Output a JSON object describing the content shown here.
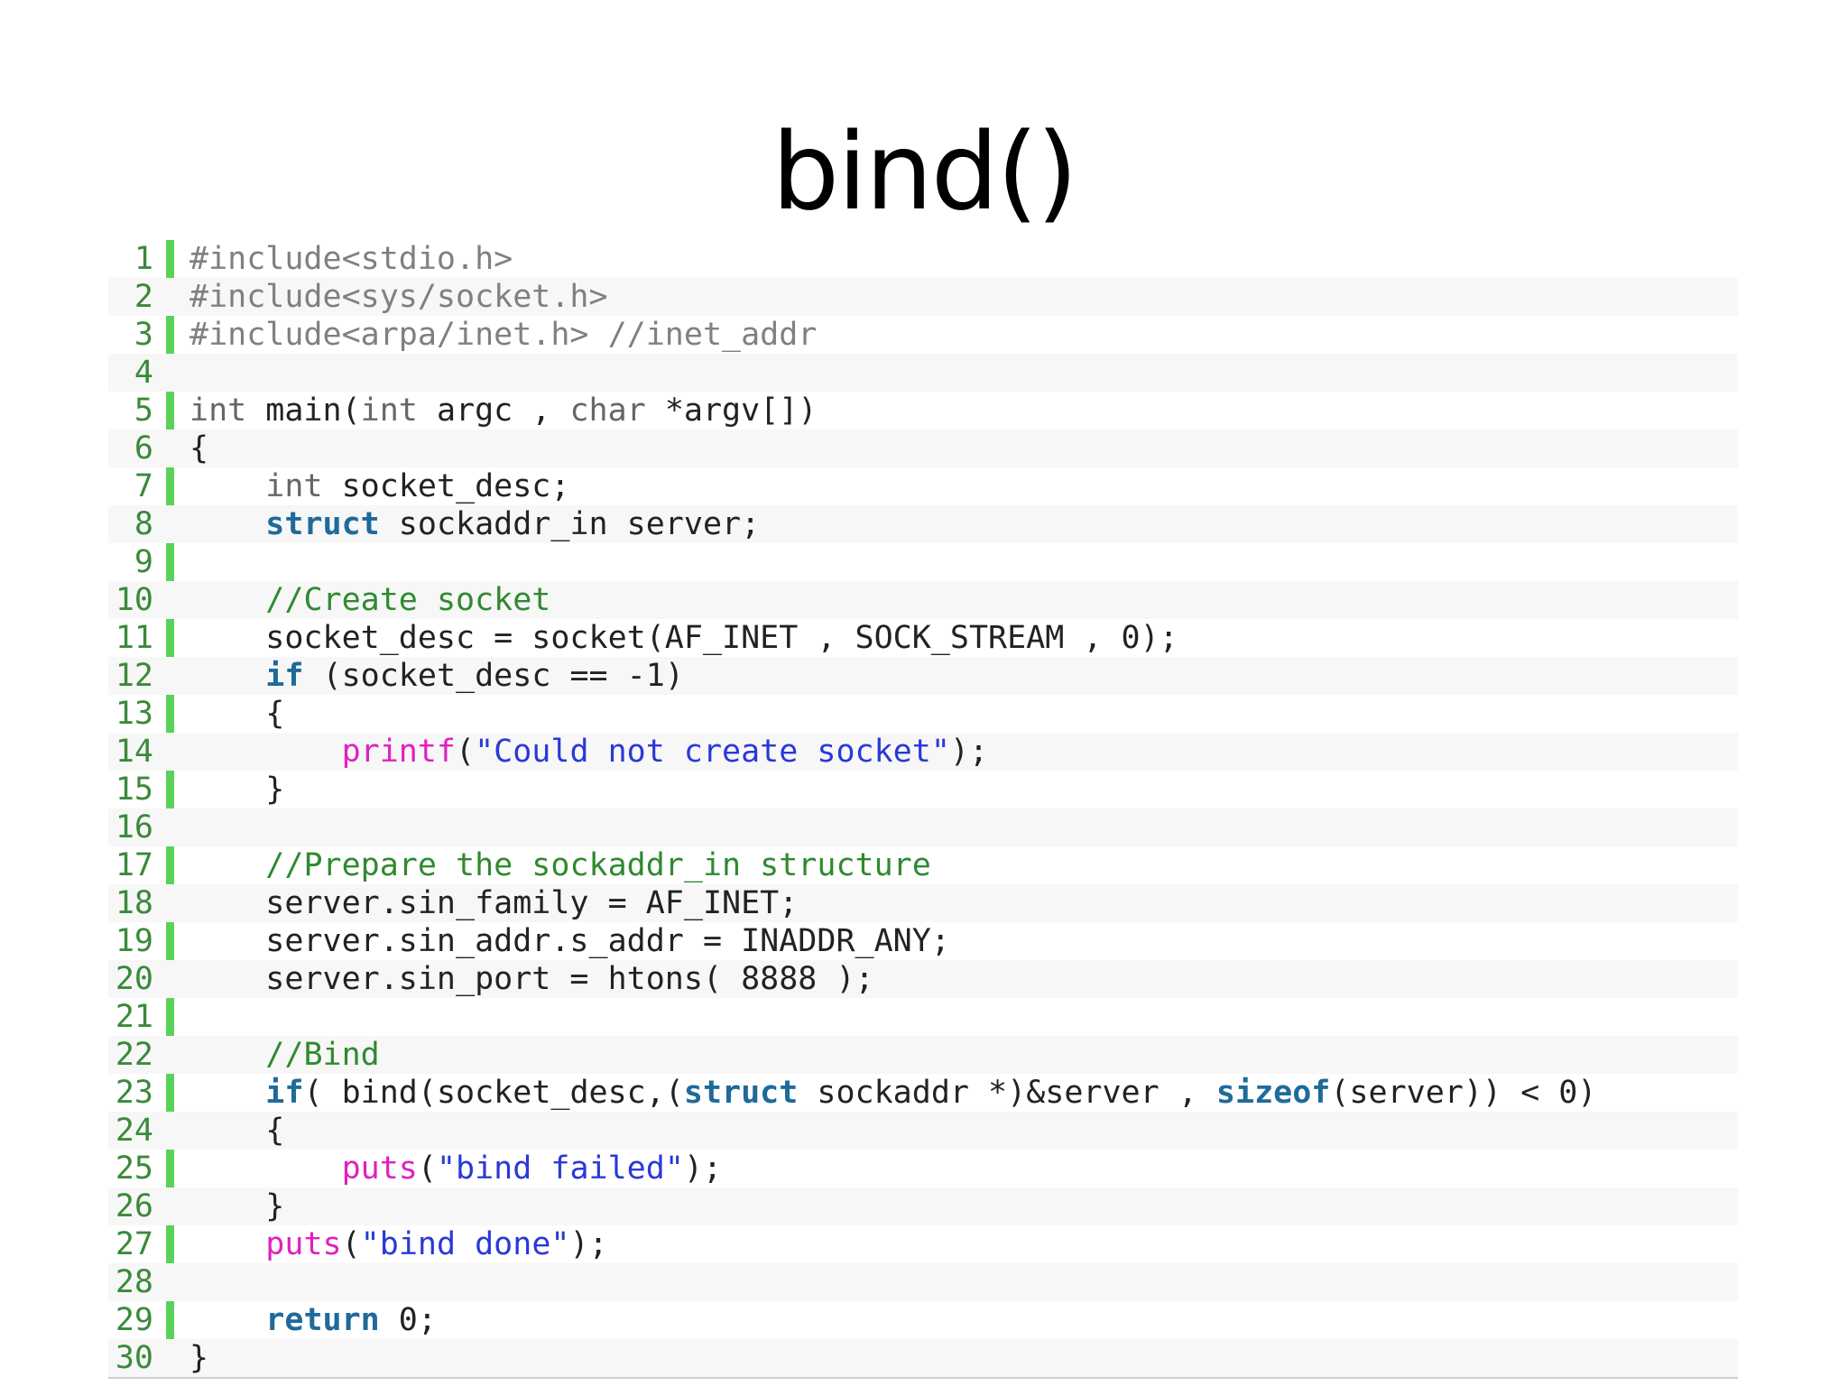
{
  "slide": {
    "title": "bind()"
  },
  "code": {
    "language": "c",
    "lines": [
      {
        "n": "1",
        "tokens": [
          {
            "t": "#include<stdio.h>",
            "c": "pp"
          }
        ]
      },
      {
        "n": "2",
        "tokens": [
          {
            "t": "#include<sys/socket.h>",
            "c": "pp"
          }
        ]
      },
      {
        "n": "3",
        "tokens": [
          {
            "t": "#include<arpa/inet.h> //inet_addr",
            "c": "pp"
          }
        ]
      },
      {
        "n": "4",
        "tokens": []
      },
      {
        "n": "5",
        "tokens": [
          {
            "t": "int",
            "c": "ty"
          },
          {
            "t": " main(",
            "c": ""
          },
          {
            "t": "int",
            "c": "ty"
          },
          {
            "t": " argc , ",
            "c": ""
          },
          {
            "t": "char",
            "c": "ty"
          },
          {
            "t": " *argv[])",
            "c": ""
          }
        ]
      },
      {
        "n": "6",
        "tokens": [
          {
            "t": "{",
            "c": ""
          }
        ]
      },
      {
        "n": "7",
        "tokens": [
          {
            "t": "    ",
            "c": ""
          },
          {
            "t": "int",
            "c": "ty"
          },
          {
            "t": " socket_desc;",
            "c": ""
          }
        ]
      },
      {
        "n": "8",
        "tokens": [
          {
            "t": "    ",
            "c": ""
          },
          {
            "t": "struct",
            "c": "kw"
          },
          {
            "t": " sockaddr_in server;",
            "c": ""
          }
        ]
      },
      {
        "n": "9",
        "tokens": []
      },
      {
        "n": "10",
        "tokens": [
          {
            "t": "    ",
            "c": ""
          },
          {
            "t": "//Create socket",
            "c": "cm"
          }
        ]
      },
      {
        "n": "11",
        "tokens": [
          {
            "t": "    socket_desc = socket(AF_INET , SOCK_STREAM , 0);",
            "c": ""
          }
        ]
      },
      {
        "n": "12",
        "tokens": [
          {
            "t": "    ",
            "c": ""
          },
          {
            "t": "if",
            "c": "kw"
          },
          {
            "t": " (socket_desc == -1)",
            "c": ""
          }
        ]
      },
      {
        "n": "13",
        "tokens": [
          {
            "t": "    {",
            "c": ""
          }
        ]
      },
      {
        "n": "14",
        "tokens": [
          {
            "t": "        ",
            "c": ""
          },
          {
            "t": "printf",
            "c": "fn"
          },
          {
            "t": "(",
            "c": ""
          },
          {
            "t": "\"Could not create socket\"",
            "c": "st"
          },
          {
            "t": ");",
            "c": ""
          }
        ]
      },
      {
        "n": "15",
        "tokens": [
          {
            "t": "    }",
            "c": ""
          }
        ]
      },
      {
        "n": "16",
        "tokens": []
      },
      {
        "n": "17",
        "tokens": [
          {
            "t": "    ",
            "c": ""
          },
          {
            "t": "//Prepare the sockaddr_in structure",
            "c": "cm"
          }
        ]
      },
      {
        "n": "18",
        "tokens": [
          {
            "t": "    server.sin_family = AF_INET;",
            "c": ""
          }
        ]
      },
      {
        "n": "19",
        "tokens": [
          {
            "t": "    server.sin_addr.s_addr = INADDR_ANY;",
            "c": ""
          }
        ]
      },
      {
        "n": "20",
        "tokens": [
          {
            "t": "    server.sin_port = htons( 8888 );",
            "c": ""
          }
        ]
      },
      {
        "n": "21",
        "tokens": []
      },
      {
        "n": "22",
        "tokens": [
          {
            "t": "    ",
            "c": ""
          },
          {
            "t": "//Bind",
            "c": "cm"
          }
        ]
      },
      {
        "n": "23",
        "tokens": [
          {
            "t": "    ",
            "c": ""
          },
          {
            "t": "if",
            "c": "kw"
          },
          {
            "t": "( bind(socket_desc,(",
            "c": ""
          },
          {
            "t": "struct",
            "c": "kw"
          },
          {
            "t": " sockaddr *)&server , ",
            "c": ""
          },
          {
            "t": "sizeof",
            "c": "kw"
          },
          {
            "t": "(server)) < 0)",
            "c": ""
          }
        ]
      },
      {
        "n": "24",
        "tokens": [
          {
            "t": "    {",
            "c": ""
          }
        ]
      },
      {
        "n": "25",
        "tokens": [
          {
            "t": "        ",
            "c": ""
          },
          {
            "t": "puts",
            "c": "fn"
          },
          {
            "t": "(",
            "c": ""
          },
          {
            "t": "\"bind failed\"",
            "c": "st"
          },
          {
            "t": ");",
            "c": ""
          }
        ]
      },
      {
        "n": "26",
        "tokens": [
          {
            "t": "    }",
            "c": ""
          }
        ]
      },
      {
        "n": "27",
        "tokens": [
          {
            "t": "    ",
            "c": ""
          },
          {
            "t": "puts",
            "c": "fn"
          },
          {
            "t": "(",
            "c": ""
          },
          {
            "t": "\"bind done\"",
            "c": "st"
          },
          {
            "t": ");",
            "c": ""
          }
        ]
      },
      {
        "n": "28",
        "tokens": []
      },
      {
        "n": "29",
        "tokens": [
          {
            "t": "    ",
            "c": ""
          },
          {
            "t": "return",
            "c": "kw"
          },
          {
            "t": " 0;",
            "c": ""
          }
        ]
      },
      {
        "n": "30",
        "tokens": [
          {
            "t": "}",
            "c": ""
          }
        ]
      }
    ]
  },
  "colors": {
    "gutter_bar": "#5ad25a",
    "line_number": "#3a8a3a",
    "keyword": "#1f6a9a",
    "comment": "#2f8a2f",
    "function": "#e020c0",
    "string": "#2a38d8",
    "preprocessor": "#808080"
  }
}
